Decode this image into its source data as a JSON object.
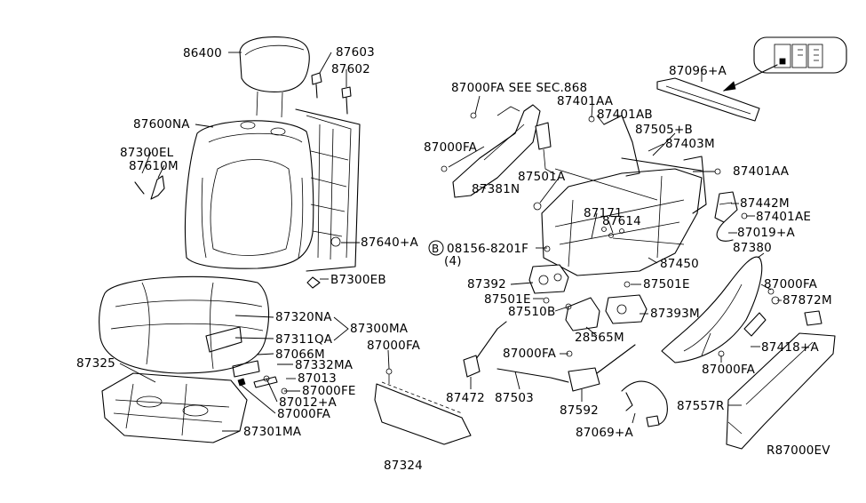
{
  "diagram": {
    "diagram_code": "R87000EV",
    "labels": {
      "p86400": "86400",
      "p87603": "87603",
      "p87602": "87602",
      "p87600NA": "87600NA",
      "p87300EL": "87300EL",
      "p87610M": "87610M",
      "p87640A": "87640+A",
      "p87300EB": "B7300EB",
      "p87320NA": "87320NA",
      "p87300MA": "87300MA",
      "p87311QA": "87311QA",
      "p87066M": "87066M",
      "p87325": "87325",
      "p87332MA": "87332MA",
      "p87013": "87013",
      "p87000FE": "87000FE",
      "p87012A": "87012+A",
      "p87000FA_a": "87000FA",
      "p87301MA": "87301MA",
      "p87000FA_b": "87000FA",
      "p87324": "87324",
      "p87000FA_see": "87000FA SEE SEC.868",
      "p87000FA_c": "87000FA",
      "p87381N": "87381N",
      "p87401AA_a": "87401AA",
      "p87401AB": "87401AB",
      "p87505B": "87505+B",
      "p87403M": "87403M",
      "p87501A": "87501A",
      "p87401AA_b": "87401AA",
      "p87171": "87171",
      "p87614": "87614",
      "p08156": "08156-8201F",
      "circle_b": "B",
      "qty4": "(4)",
      "p87450": "87450",
      "p87392": "87392",
      "p87501E_a": "87501E",
      "p87510B": "87510B",
      "p87501E_b": "87501E",
      "p87393M": "87393M",
      "p28565M": "28565M",
      "p87000FA_d": "87000FA",
      "p87472": "87472",
      "p87503": "87503",
      "p87592": "87592",
      "p87069A": "87069+A",
      "p87096A": "87096+A",
      "p87442M": "87442M",
      "p87401AE": "87401AE",
      "p87019A": "87019+A",
      "p87380": "87380",
      "p87000FA_e": "87000FA",
      "p87872M": "87872M",
      "p87418A": "87418+A",
      "p87000FA_f": "87000FA",
      "p87557R": "87557R"
    }
  }
}
